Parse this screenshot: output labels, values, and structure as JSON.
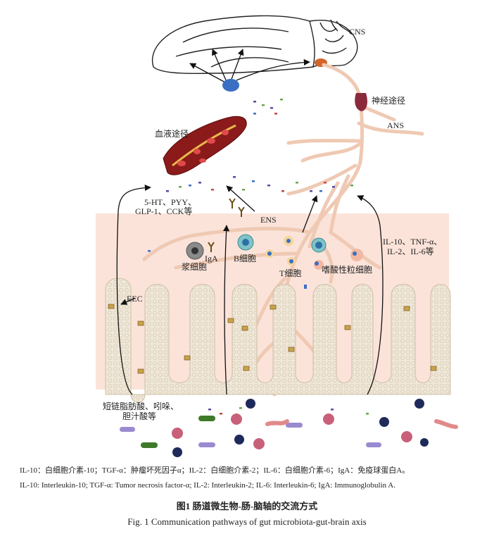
{
  "labels": {
    "cns": "CNS",
    "neural_pathway": "神经途径",
    "ans": "ANS",
    "blood_pathway": "血液途径",
    "hormones_line1": "5-HT、PYY、",
    "hormones_line2": "GLP-1、CCK等",
    "ens": "ENS",
    "iga": "IgA",
    "plasma_cell": "浆细胞",
    "b_cell": "B细胞",
    "t_cell": "T细胞",
    "eosinophil": "嗜酸性粒细胞",
    "cytokines_line1": "IL-10、TNF-α、",
    "cytokines_line2": "IL-2、IL-6等",
    "eec": "EEC",
    "metabolites_line1": "短链脂肪酸、吲哚、",
    "metabolites_line2": "胆汁酸等"
  },
  "caption": {
    "note_zh": "IL-10：白细胞介素-10；TGF-α：肿瘤坏死因子α；IL-2：白细胞介素-2；IL-6：白细胞介素-6；IgA：免疫球蛋白A。",
    "note_en": "IL-10: Interleukin-10; TGF-α: Tumor necrosis factor-α; IL-2: Interleukin-2; IL-6: Interleukin-6; IgA: Immunoglobulin A.",
    "title_zh": "图1  肠道微生物-肠-脑轴的交流方式",
    "title_en": "Fig. 1   Communication pathways of gut microbiota-gut-brain axis"
  },
  "colors": {
    "tissue": "#fbe3d9",
    "nerve": "#efc9b3",
    "villus": "#efe6d6",
    "vessel": "#8b1a1a",
    "brain_node": "#3b6fc4",
    "ganglion": "#8b2a3a"
  }
}
